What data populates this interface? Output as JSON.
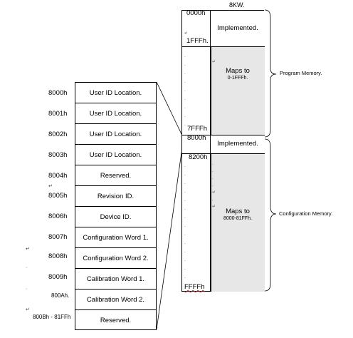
{
  "top_label": "8KW.",
  "memory": {
    "addr_0000": "0000h",
    "addr_1fff": "1FFFh.",
    "addr_7fff": "7FFFh",
    "addr_8000": "8000h",
    "addr_8200": "8200h",
    "addr_ffff": "FFFFh",
    "implemented_1": "Implemented.",
    "maps_to_1": "Maps to",
    "maps_to_1_range": "0-1FFFh.",
    "implemented_2": "Implemented.",
    "maps_to_2": "Maps to",
    "maps_to_2_range": "8000-81FFh."
  },
  "brackets": {
    "program": "Program  Memory.",
    "configuration": "Configuration  Memory."
  },
  "config_rows": [
    {
      "addr": "8000h",
      "label": "User ID Location."
    },
    {
      "addr": "8001h",
      "label": "User ID Location."
    },
    {
      "addr": "8002h",
      "label": "User ID Location."
    },
    {
      "addr": "8003h",
      "label": "User ID Location."
    },
    {
      "addr": "8004h",
      "label": "Reserved."
    },
    {
      "addr": "8005h",
      "label": "Revision ID."
    },
    {
      "addr": "8006h",
      "label": "Device ID."
    },
    {
      "addr": "8007h",
      "label": "Configuration Word 1."
    },
    {
      "addr": "8008h",
      "label": "Configuration Word 2."
    },
    {
      "addr": "8009h",
      "label": "Calibration Word 1."
    },
    {
      "addr": "800Ah.",
      "label": "Calibration Word 2."
    },
    {
      "addr": "800Bh - 81FFh",
      "label": "Reserved."
    }
  ],
  "colors": {
    "segment_gray": "#e7e7e7",
    "border": "#000000"
  }
}
